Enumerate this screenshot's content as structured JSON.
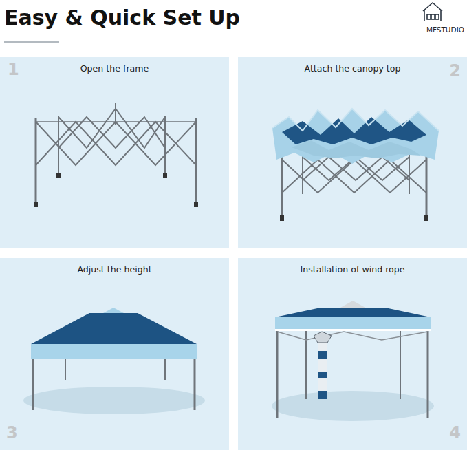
{
  "diagram": {
    "title": "Easy & Quick Set Up",
    "nodes": [
      {
        "text": [
          "1",
          "Open the frame"
        ]
      },
      {
        "text": [
          "2",
          "Attach the canopy top"
        ]
      },
      {
        "text": [
          "3",
          "Adjust the height"
        ]
      },
      {
        "text": [
          "4",
          "Installation of wind rope"
        ]
      }
    ],
    "labels": [
      "MFSTUDIO"
    ]
  }
}
